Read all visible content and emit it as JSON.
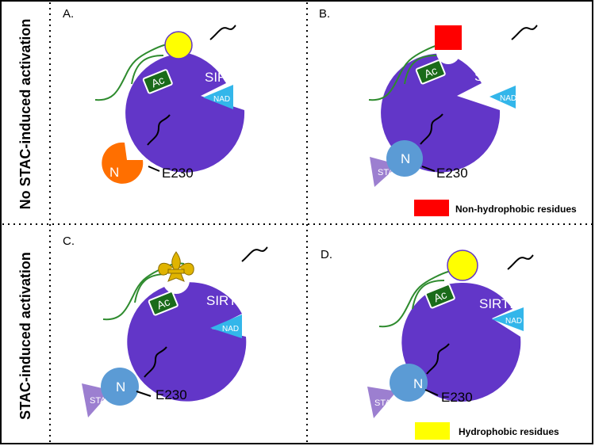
{
  "row_labels": {
    "top": "No STAC-induced activation",
    "bottom": "STAC-induced activation"
  },
  "panels": [
    {
      "letter": "A.",
      "sirt": "SIRT1",
      "nad": "NAD",
      "ac": "Ac",
      "n_label": "N",
      "e230": "E230"
    },
    {
      "letter": "B.",
      "sirt": "SIRT1",
      "nad": "NAD",
      "ac": "Ac",
      "n_label": "N",
      "stac": "STAC",
      "e230": "E230"
    },
    {
      "letter": "C.",
      "sirt": "SIRT1",
      "nad": "NAD",
      "ac": "Ac",
      "n_label": "N",
      "stac": "STAC",
      "e230": "E230"
    },
    {
      "letter": "D.",
      "sirt": "SIRT1",
      "nad": "NAD",
      "ac": "Ac",
      "n_label": "N",
      "stac": "STAC",
      "e230": "E230"
    }
  ],
  "legend": {
    "non_hydrophobic": "Non-hydrophobic residues",
    "hydrophobic": "Hydrophobic residues"
  },
  "colors": {
    "sirt1": "#6236c8",
    "nad": "#33b6ea",
    "ac": "#1a6b1a",
    "strand": "#2e8b2e",
    "hydrophobic": "#ffff00",
    "non_hydrophobic": "#ff0000",
    "n_closed": "#ff6f00",
    "n_open": "#5b9bd5",
    "stac": "#9c7fd0",
    "fleur": "#e0b400"
  }
}
